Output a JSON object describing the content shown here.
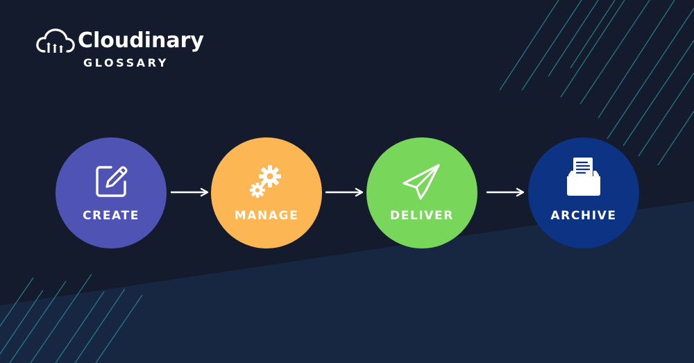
{
  "logo": {
    "brand": "Cloudinary",
    "subtitle": "GLOSSARY",
    "icon": "cloud-bars-icon"
  },
  "colors": {
    "background": "#131b2c",
    "background_lower": "#172641",
    "stripe": "#2a8f9e",
    "create": "#4f53b3",
    "manage": "#fdb654",
    "deliver": "#78d65a",
    "archive": "#0c3384",
    "label": "#ffffff"
  },
  "steps": [
    {
      "id": "create",
      "label": "CREATE",
      "icon": "edit-pencil-icon"
    },
    {
      "id": "manage",
      "label": "MANAGE",
      "icon": "gears-icon"
    },
    {
      "id": "deliver",
      "label": "DELIVER",
      "icon": "paper-plane-icon"
    },
    {
      "id": "archive",
      "label": "ARCHIVE",
      "icon": "archive-folder-icon"
    }
  ]
}
